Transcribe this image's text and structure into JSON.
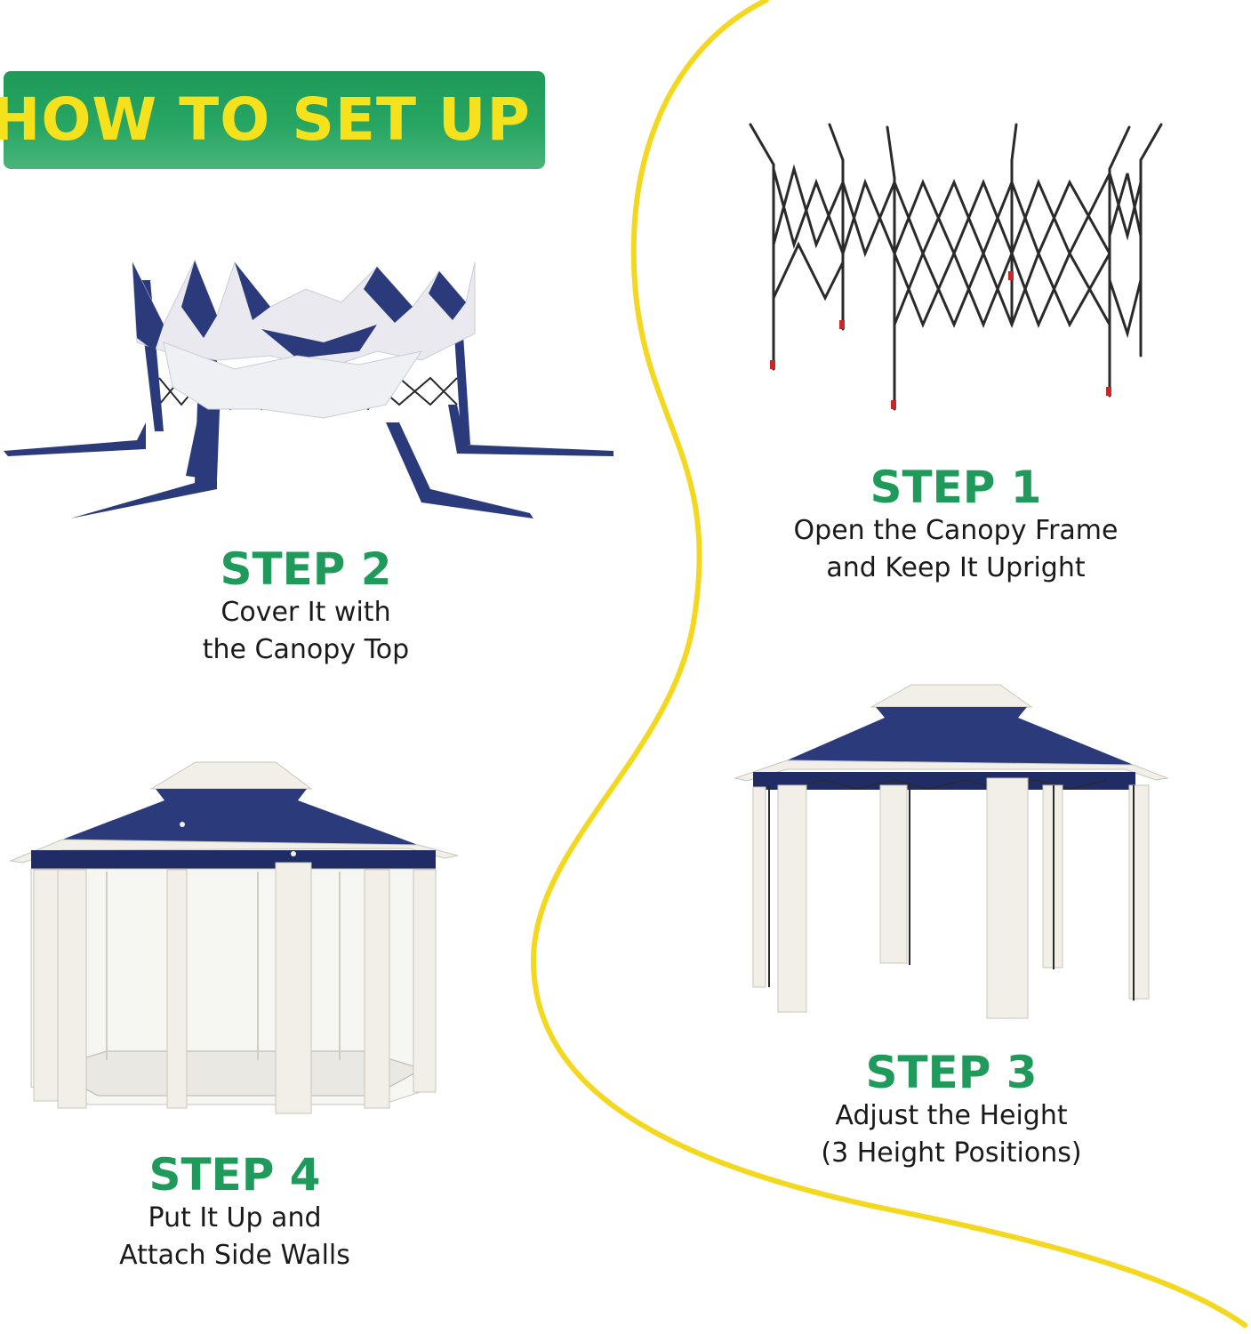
{
  "header": {
    "title": "HOW TO SET UP"
  },
  "colors": {
    "banner_green": "#27a562",
    "banner_text": "#f6e21c",
    "step_title_green": "#1f9a5a",
    "divider_yellow": "#f3d81f",
    "canopy_navy": "#2b3a7a",
    "wall_cream": "#f1efe8",
    "frame_black": "#2a2a2a"
  },
  "steps": [
    {
      "title": "STEP 1",
      "line1": "Open the Canopy Frame",
      "line2": "and Keep It Upright",
      "image": "folding-frame-illustration"
    },
    {
      "title": "STEP 2",
      "line1": "Cover It with",
      "line2": "the Canopy Top",
      "image": "canopy-top-draped-illustration"
    },
    {
      "title": "STEP 3",
      "line1": "Adjust the Height",
      "line2": "(3 Height Positions)",
      "image": "gazebo-with-curtains-illustration"
    },
    {
      "title": "STEP 4",
      "line1": "Put It Up and",
      "line2": "Attach Side Walls",
      "image": "gazebo-with-netting-illustration"
    }
  ]
}
